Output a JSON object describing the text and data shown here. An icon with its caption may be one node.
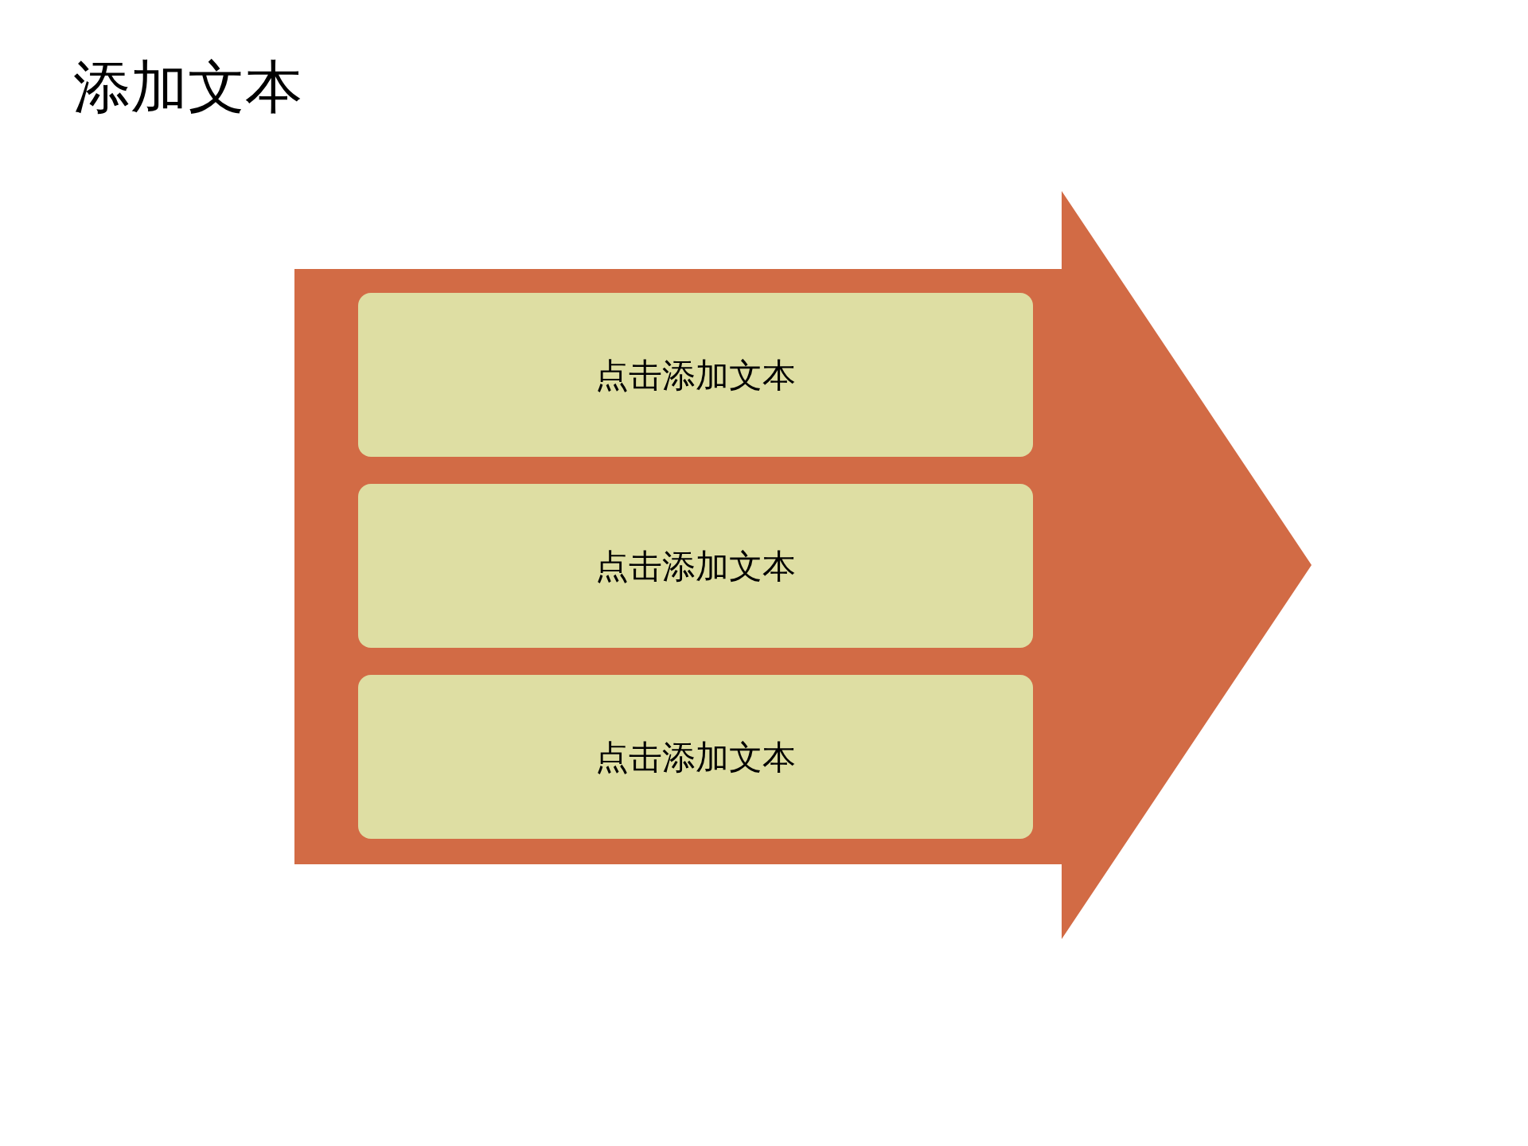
{
  "diagram": {
    "title": "添加文本",
    "nodes": [
      {
        "text": [],
        "shape": "arrow"
      },
      {
        "text": [
          "点击添加文本"
        ],
        "in": 0
      },
      {
        "text": [
          "点击添加文本"
        ],
        "in": 0
      },
      {
        "text": [
          "点击添加文本"
        ],
        "in": 0
      }
    ]
  }
}
